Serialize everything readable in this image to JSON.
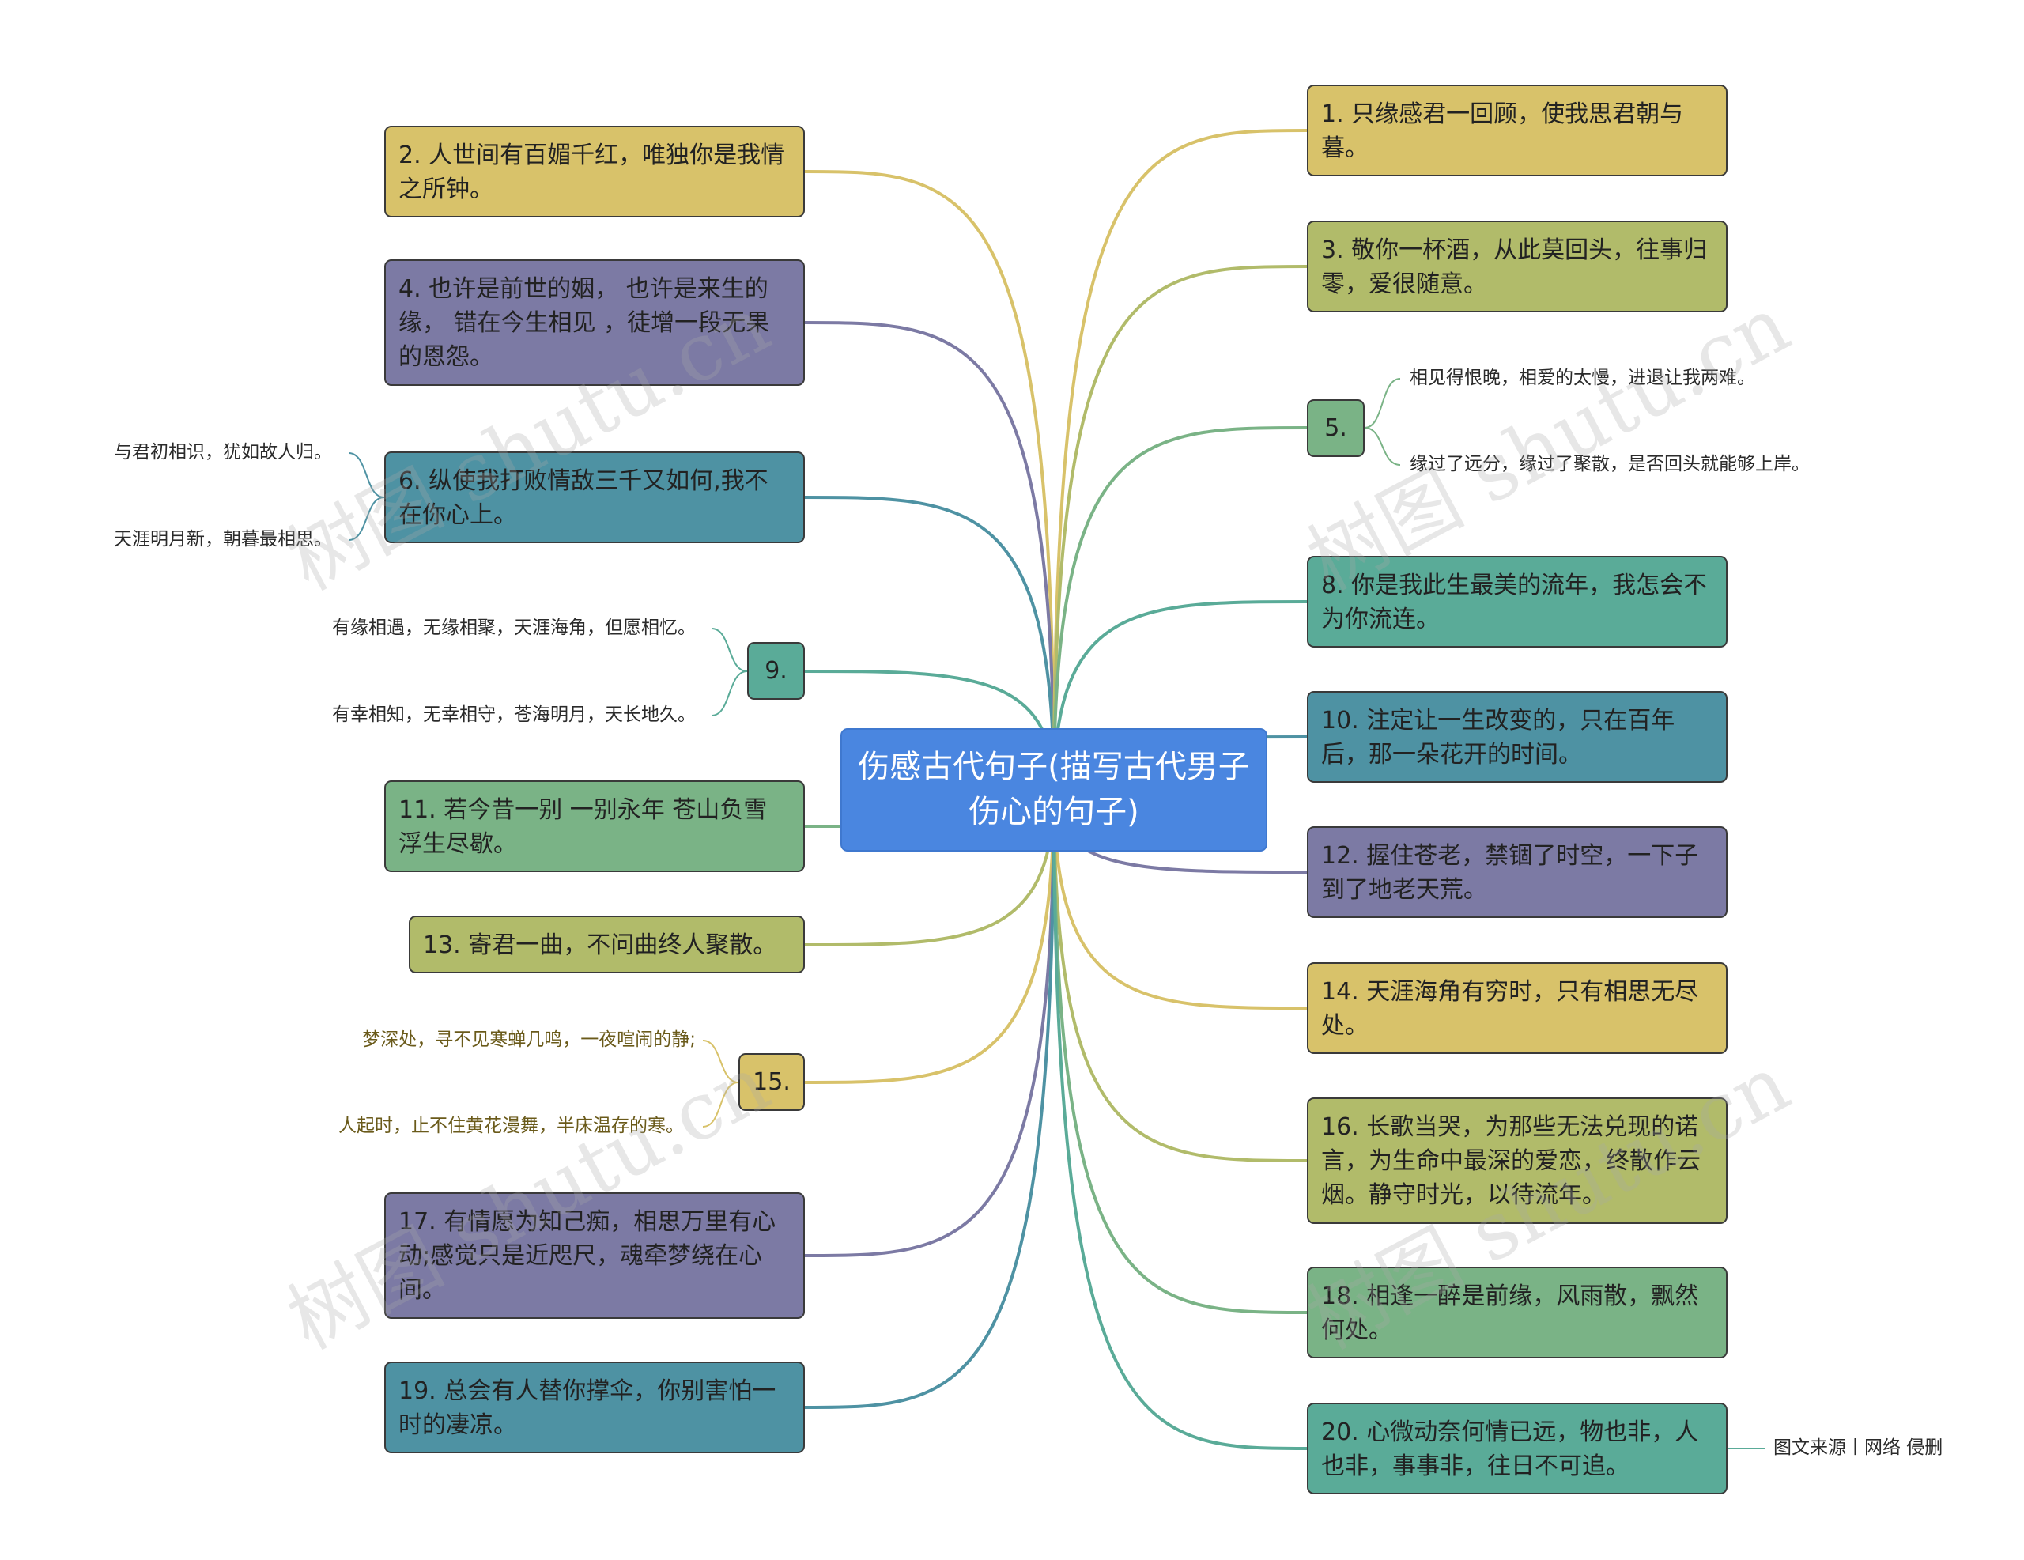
{
  "center": {
    "label": "伤感古代句子(描写古代男子伤心的句子)"
  },
  "colors": {
    "center": "#4a86e0",
    "yellow": "#d8c26a",
    "olive": "#b1bb6a",
    "purple": "#7c7aa4",
    "teal": "#4e92a3",
    "green": "#7ab386",
    "sea": "#5aab98"
  },
  "left": [
    {
      "id": "n2",
      "label": "2. 人世间有百媚千红，唯独你是我情之所钟。",
      "color": "yellow"
    },
    {
      "id": "n4",
      "label": "4. 也许是前世的姻， 也许是来生的缘， 错在今生相见 ，徒增一段无果的恩怨。",
      "color": "purple"
    },
    {
      "id": "n6",
      "label": "6. 纵使我打败情敌三千又如何,我不在你心上。",
      "color": "teal",
      "children": [
        "与君初相识，犹如故人归。",
        "天涯明月新，朝暮最相思。"
      ]
    },
    {
      "id": "n9",
      "label": "9.",
      "color": "sea",
      "children": [
        "有缘相遇，无缘相聚，天涯海角，但愿相忆。",
        "有幸相知，无幸相守，苍海明月，天长地久。"
      ]
    },
    {
      "id": "n11",
      "label": "11. 若今昔一别 一别永年 苍山负雪 浮生尽歇。",
      "color": "green"
    },
    {
      "id": "n13",
      "label": "13. 寄君一曲，不问曲终人聚散。",
      "color": "olive"
    },
    {
      "id": "n15",
      "label": "15.",
      "color": "yellow",
      "children": [
        "梦深处，寻不见寒蝉几鸣，一夜喧闹的静;",
        "人起时，止不住黄花漫舞，半床温存的寒。"
      ]
    },
    {
      "id": "n17",
      "label": "17. 有情愿为知己痴，相思万里有心动;感觉只是近咫尺，魂牵梦绕在心间。",
      "color": "purple"
    },
    {
      "id": "n19",
      "label": "19. 总会有人替你撑伞，你别害怕一时的凄凉。",
      "color": "teal"
    }
  ],
  "right": [
    {
      "id": "n1",
      "label": "1. 只缘感君一回顾，使我思君朝与暮。",
      "color": "yellow"
    },
    {
      "id": "n3",
      "label": "3. 敬你一杯酒，从此莫回头，往事归零，爱很随意。",
      "color": "olive"
    },
    {
      "id": "n5",
      "label": "5.",
      "color": "green",
      "children": [
        "相见得恨晚，相爱的太慢，进退让我两难。",
        "缘过了远分，缘过了聚散，是否回头就能够上岸。"
      ]
    },
    {
      "id": "n8",
      "label": "8. 你是我此生最美的流年，我怎会不为你流连。",
      "color": "sea"
    },
    {
      "id": "n10",
      "label": "10. 注定让一生改变的，只在百年后，那一朵花开的时间。",
      "color": "teal"
    },
    {
      "id": "n12",
      "label": "12. 握住苍老，禁锢了时空，一下子到了地老天荒。",
      "color": "purple"
    },
    {
      "id": "n14",
      "label": "14. 天涯海角有穷时，只有相思无尽处。",
      "color": "yellow"
    },
    {
      "id": "n16",
      "label": "16. 长歌当哭，为那些无法兑现的诺言，为生命中最深的爱恋，终散作云烟。静守时光，以待流年。",
      "color": "olive"
    },
    {
      "id": "n18",
      "label": "18. 相逢一醉是前缘，风雨散，飘然何处。",
      "color": "green"
    },
    {
      "id": "n20",
      "label": "20. 心微动奈何情已远，物也非，人也非，事事非，往日不可追。",
      "color": "sea",
      "children": [
        "图文来源丨网络 侵删"
      ]
    }
  ],
  "watermark": "树图 shutu.cn"
}
